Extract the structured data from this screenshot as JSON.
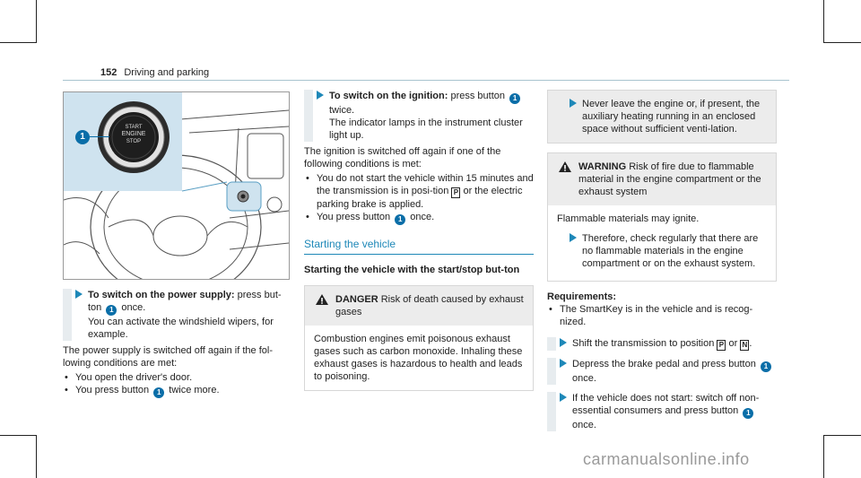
{
  "header": {
    "page_number": "152",
    "section": "Driving and parking"
  },
  "colors": {
    "accent": "#1e88b8",
    "callout": "#0a6ea8",
    "highlight": "#cfe3ef"
  },
  "illustration": {
    "callout": "1",
    "button_text": [
      "START",
      "ENGINE",
      "STOP"
    ]
  },
  "col1": {
    "step1": {
      "title": "To switch on the power supply:",
      "text_a": "press but-ton",
      "badge": "1",
      "text_b": "once.",
      "text_c": "You can activate the windshield wipers, for example."
    },
    "para": "The power supply is switched off again if the fol-lowing conditions are met:",
    "bullets": [
      "You open the driver's door."
    ],
    "bullet2": {
      "text_a": "You press button",
      "badge": "1",
      "text_b": "twice more."
    }
  },
  "col2": {
    "step1": {
      "title": "To switch on the ignition:",
      "text_a": "press button",
      "badge": "1",
      "text_b": "twice.",
      "text_c": "The indicator lamps in the instrument cluster light up."
    },
    "para": "The ignition is switched off again if one of the following conditions is met:",
    "bullet1": {
      "text_a": "You do not start the vehicle within 15 minutes and the transmission is in posi-tion",
      "key": "P",
      "text_b": "or the electric parking brake is applied."
    },
    "bullet2": {
      "text_a": "You press button",
      "badge": "1",
      "text_b": "once."
    },
    "section_title": "Starting the vehicle",
    "subheading": "Starting the vehicle with the start/stop but-ton",
    "danger": {
      "label": "DANGER",
      "title": "Risk of death caused by exhaust gases",
      "body": "Combustion engines emit poisonous exhaust gases such as carbon monoxide. Inhaling these exhaust gases is hazardous to health and leads to poisoning."
    }
  },
  "col3": {
    "box_step": "Never leave the engine or, if present, the auxiliary heating running in an enclosed space without sufficient venti-lation.",
    "warning": {
      "label": "WARNING",
      "title": "Risk of fire due to flammable material in the engine compartment or the exhaust system",
      "body": "Flammable materials may ignite.",
      "step": "Therefore, check regularly that there are no flammable materials in the engine compartment or on the exhaust system."
    },
    "requirements_title": "Requirements:",
    "requirements": [
      "The SmartKey is in the vehicle and is recog-nized."
    ],
    "step1": {
      "text_a": "Shift the transmission to position",
      "key1": "P",
      "text_b": "or",
      "key2": "N",
      "text_c": "."
    },
    "step2": {
      "text_a": "Depress the brake pedal and press button",
      "badge": "1",
      "text_b": "once."
    },
    "step3": {
      "text_a": "If the vehicle does not start: switch off non-essential consumers and press button",
      "badge": "1",
      "text_b": "once."
    }
  },
  "footer": {
    "watermark": "carmanualsonline.info"
  }
}
